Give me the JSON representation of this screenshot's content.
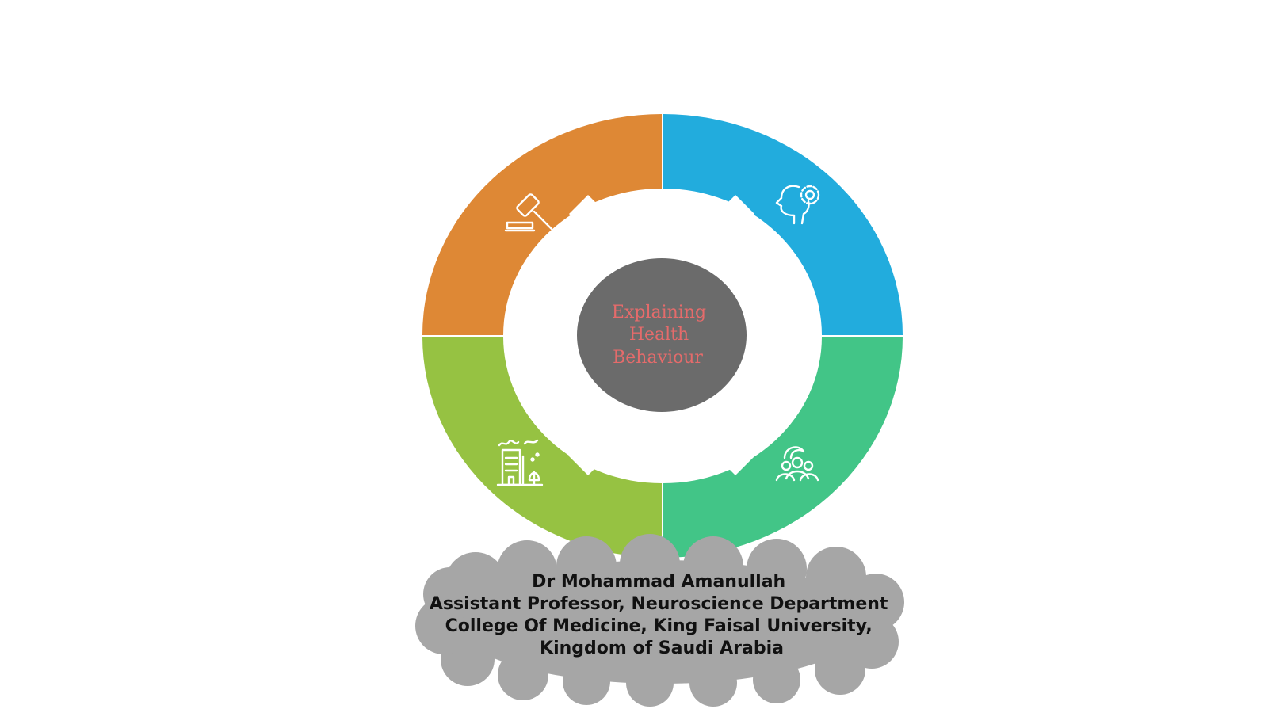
{
  "diagram": {
    "center": {
      "lines": [
        "Explaining",
        "Health",
        "Behaviour"
      ]
    },
    "segments": [
      {
        "icon": "gavel-icon",
        "color": "#DE8835"
      },
      {
        "icon": "head-gear-icon",
        "color": "#22ACDD"
      },
      {
        "icon": "community-icon",
        "color": "#42C587"
      },
      {
        "icon": "city-environment-icon",
        "color": "#96C242"
      }
    ],
    "colors": {
      "center_fill": "#6B6B6B",
      "center_text": "#E56B6B",
      "cloud_fill": "#A6A6A6",
      "arrow_fill": "#FFFFFF"
    }
  },
  "caption": {
    "lines": [
      "Dr  Mohammad Amanullah",
      "Assistant Professor, Neuroscience Department",
      "College Of Medicine, King Faisal University,",
      "Kingdom of Saudi Arabia"
    ]
  }
}
